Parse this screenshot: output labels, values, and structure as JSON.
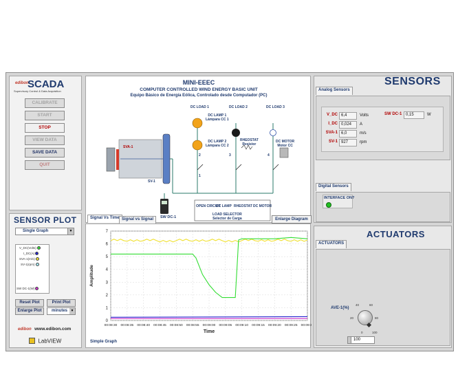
{
  "logo": {
    "edibon": "edibon",
    "scada": "SCADA",
    "subtitle": "Supervisory Control & Data Acquisition"
  },
  "buttons": {
    "calibrate": "CALIBRATE",
    "start": "START",
    "stop": "STOP",
    "view_data": "VIEW DATA",
    "save_data": "SAVE DATA",
    "quit": "QUIT"
  },
  "diagram": {
    "title": "MINI-EEEC",
    "subtitle1": "COMPUTER CONTROLLED WIND ENERGY BASIC UNIT",
    "subtitle2": "Equipo Básico de Energía Eólica, Controlado desde Computador (PC)",
    "dc_load_1": "DC LOAD 1",
    "dc_load_2": "DC LOAD 2",
    "dc_load_3": "DC LOAD 3",
    "lamp1": "DC LAMP 1",
    "lamp1_es": "Lámpara CC 1",
    "lamp2": "DC LAMP 2",
    "lamp2_es": "Lámpara CC 2",
    "rheostat": "RHEOSTAT",
    "rheostat_es": "Resistor",
    "motor": "DC MOTOR",
    "motor_es": "Motor CC",
    "sva1": "SVA-1",
    "sv1": "SV-1",
    "swdc1": "SW DC-1",
    "n1": "1",
    "n2": "2",
    "n3": "3",
    "n4": "4",
    "sel_open": "OPEN CIRCUIT",
    "sel_lamp": "DC LAMP",
    "sel_rheo": "RHEOSTAT",
    "sel_motor": "DC MOTOR",
    "load_selector": "LOAD SELECTOR",
    "load_selector_es": "Selector de Carga",
    "enlarge": "Enlarge Diagram"
  },
  "sensors": {
    "title": "SENSORS",
    "tab": "Analog Sensors",
    "rows": [
      {
        "label": "V_DC",
        "value": "6,4",
        "unit": "Volts"
      },
      {
        "label": "I_DC",
        "value": "0,024",
        "unit": "A"
      },
      {
        "label": "SVA-1",
        "value": "6,0",
        "unit": "m/s"
      },
      {
        "label": "SV-1",
        "value": "927",
        "unit": "rpm"
      }
    ],
    "swdc": {
      "label": "SW DC-1",
      "value": "0,15",
      "unit": "W"
    },
    "digital_tab": "Digital Sensors",
    "interface": "INTERFACE ON?"
  },
  "actuators": {
    "title": "ACTUATORS",
    "tab": "ACTUATORS",
    "knob_label": "AVE-1(%)",
    "ticks": [
      "0",
      "20",
      "40",
      "60",
      "80",
      "100"
    ],
    "value": "100"
  },
  "sensor_plot": {
    "title": "SENSOR PLOT",
    "mode": "Single Graph",
    "legend": [
      "V_DC(Volts)",
      "I_DC(A)",
      "SVA-1(m/s)",
      "SV-1(rpm)",
      "SW DC-1(W)"
    ],
    "reset": "Reset Plot",
    "print": "Print Plot",
    "enlarge": "Enlarge Plot",
    "units": "minutes",
    "website": "www.edibon.com",
    "labview": "LabVIEW"
  },
  "graph_tabs": {
    "tab1": "Signal Vs Time",
    "tab2": "Signal vs Signal",
    "footer": "Simple Graph"
  },
  "colors": {
    "v_dc": "#33dd33",
    "i_dc": "#2222cc",
    "sva1": "#f0e030",
    "sv1": "#66e0ff",
    "swdc": "#cc33cc"
  },
  "chart_data": {
    "type": "line",
    "xlabel": "Time",
    "ylabel": "Amplitude",
    "ylim": [
      0,
      7
    ],
    "yticks": [
      "0",
      "1",
      "2",
      "3",
      "4",
      "5",
      "6",
      "7"
    ],
    "xticks": [
      "00:08:30",
      "00:08:35",
      "00:08:40",
      "00:08:45",
      "00:08:50",
      "00:08:55",
      "00:09:00",
      "00:09:05",
      "00:09:10",
      "00:09:15",
      "00:09:20",
      "00:09:25",
      "00:09:30"
    ],
    "x_range_seconds": [
      0,
      60
    ],
    "series": [
      {
        "name": "SVA-1(m/s)",
        "color": "#f0e030",
        "x": [
          0,
          5,
          10,
          15,
          20,
          25,
          30,
          35,
          40,
          45,
          50,
          55,
          60
        ],
        "y": [
          6.3,
          6.25,
          6.3,
          6.2,
          6.3,
          6.25,
          6.3,
          6.2,
          6.3,
          6.25,
          6.3,
          6.25,
          6.3
        ]
      },
      {
        "name": "V_DC(Volts)",
        "color": "#33dd33",
        "x": [
          0,
          25,
          26,
          28,
          30,
          32,
          34,
          38,
          38.5,
          39,
          40,
          50,
          55,
          60
        ],
        "y": [
          5.2,
          5.2,
          4.9,
          3.6,
          2.8,
          2.2,
          1.8,
          1.8,
          4.0,
          6.3,
          6.4,
          6.4,
          6.5,
          6.4
        ]
      },
      {
        "name": "I_DC(A)",
        "color": "#2222cc",
        "x": [
          0,
          60
        ],
        "y": [
          0.25,
          0.3
        ]
      },
      {
        "name": "SW DC-1(W)",
        "color": "#cc33cc",
        "x": [
          0,
          60
        ],
        "y": [
          0.15,
          0.15
        ]
      }
    ]
  }
}
